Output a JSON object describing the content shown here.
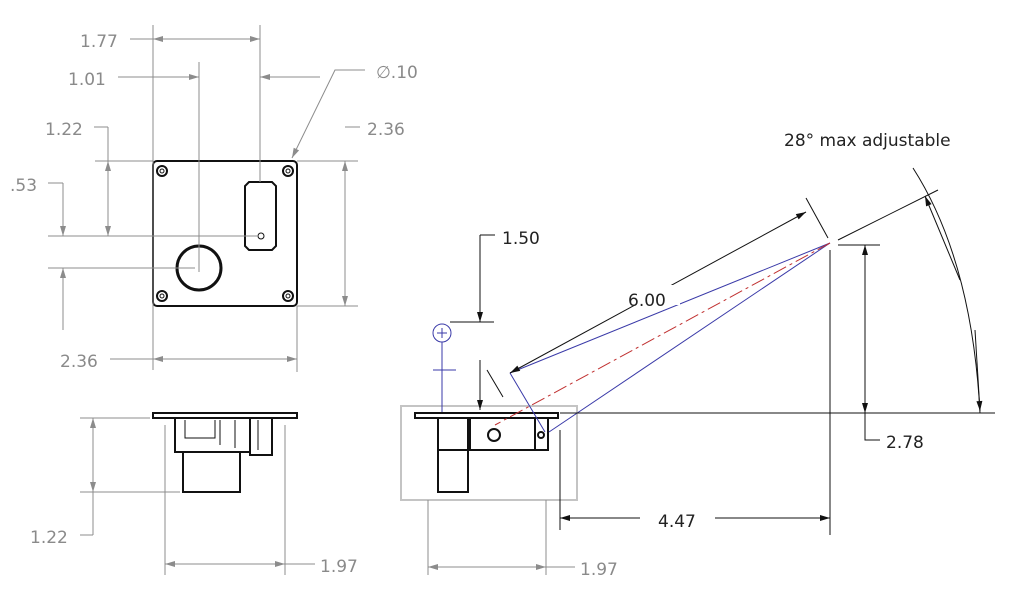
{
  "drawing": {
    "top_view": {
      "dim_width_hole": "1.77",
      "dim_width_center": "1.01",
      "dim_hole_diameter": "∅.10",
      "dim_height_left": "1.22",
      "dim_small": ".53",
      "dim_height_right": "2.36",
      "dim_width_bottom": "2.36"
    },
    "side_view": {
      "dim_depth": "1.22",
      "dim_width": "1.97"
    },
    "install_view": {
      "dim_clearance": "1.50",
      "dim_throw": "6.00",
      "dim_height": "2.78",
      "dim_offset": "4.47",
      "dim_width": "1.97",
      "angle_note": "28° max adjustable"
    },
    "colors": {
      "dimension": "#8a8a8a",
      "outline": "#111111",
      "ray": "#3a3aa8",
      "axis": "#c03030"
    }
  }
}
